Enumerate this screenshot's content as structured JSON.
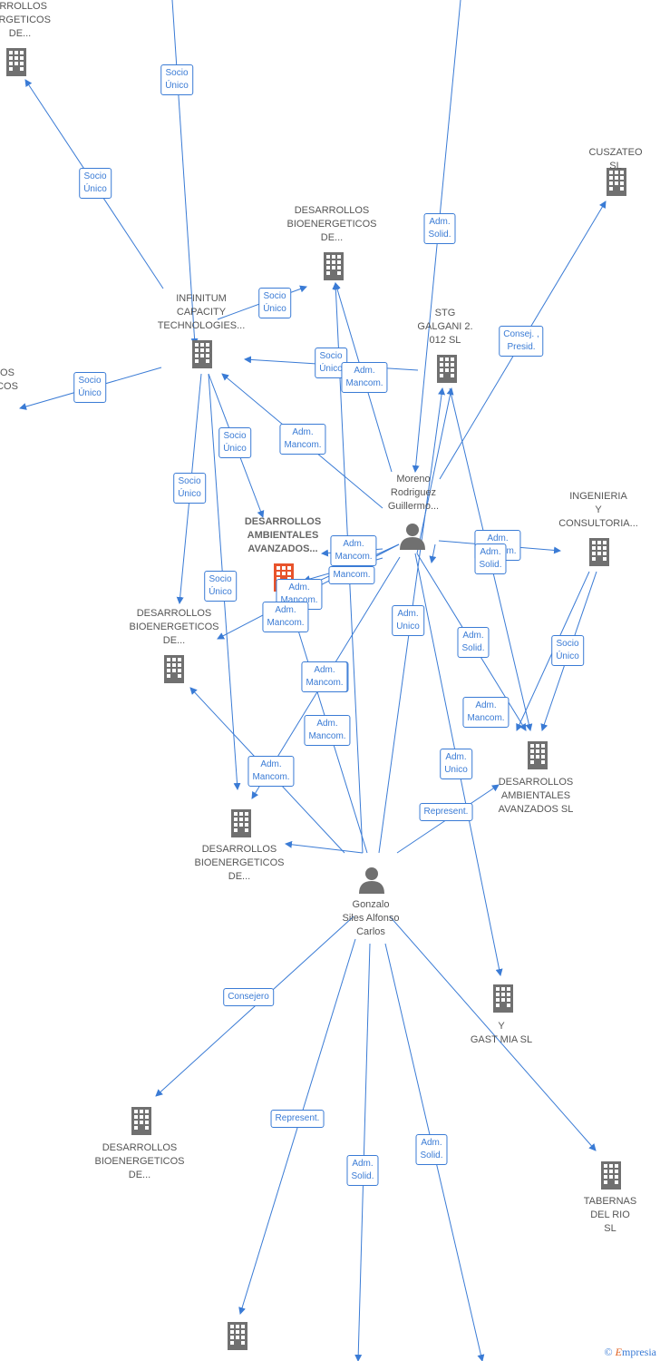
{
  "colors": {
    "edge": "#3a7bd5",
    "icon": "#707070",
    "focus": "#e8532b",
    "text": "#555555"
  },
  "nodes": {
    "n_top_left": {
      "label": "ARROLLOS\nIERGETICOS\nDE...",
      "icon": "building-icon"
    },
    "n_left_edge": {
      "label": "OS\nCOS",
      "icon": "building-icon"
    },
    "n_infinitum": {
      "label": "INFINITUM\nCAPACITY\nTECHNOLOGIES...",
      "icon": "building-icon"
    },
    "n_desbio_top": {
      "label": "DESARROLLOS\nBIOENERGETICOS\nDE...",
      "icon": "building-icon"
    },
    "n_stg": {
      "label": "STG\nGALGANI 2.\n012 SL",
      "icon": "building-icon"
    },
    "n_cuszateo": {
      "label": "CUSZATEO SL",
      "icon": "building-icon"
    },
    "n_moreno": {
      "label": "Moreno\nRodriguez\nGuillermo...",
      "icon": "person-icon"
    },
    "n_ingenieria": {
      "label": "INGENIERIA\nY\nCONSULTORIA...",
      "icon": "building-icon"
    },
    "n_desamb_focus": {
      "label": "DESARROLLOS\nAMBIENTALES\nAVANZADOS...",
      "icon": "building-icon"
    },
    "n_desbio_mid": {
      "label": "DESARROLLOS\nBIOENERGETICOS\nDE...",
      "icon": "building-icon"
    },
    "n_desamb_sl": {
      "label": "DESARROLLOS\nAMBIENTALES\nAVANZADOS SL",
      "icon": "building-icon"
    },
    "n_desbio_low": {
      "label": "DESARROLLOS\nBIOENERGETICOS\nDE...",
      "icon": "building-icon"
    },
    "n_gonzalo": {
      "label": "Gonzalo\nSiles Alfonso\nCarlos",
      "icon": "person-icon"
    },
    "n_gast": {
      "label": "Y\nGAST       MIA SL",
      "icon": "building-icon"
    },
    "n_desbio_bottom": {
      "label": "DESARROLLOS\nBIOENERGETICOS\nDE...",
      "icon": "building-icon"
    },
    "n_tabernas": {
      "label": "TABERNAS\nDEL RIO SL",
      "icon": "building-icon"
    },
    "n_bottom": {
      "label": "",
      "icon": "building-icon"
    }
  },
  "edge_labels": [
    "Socio\nÚnico",
    "Socio\nÚnico",
    "Adm.\nSolid.",
    "Socio\nÚnico",
    "Consej. ,\nPresid.",
    "Socio\nÚnico",
    "Socio\nÚnico",
    "Adm.\nMancom.",
    "Adm.\nMancom.",
    "Socio\nÚnico",
    "Socio\nÚnico",
    "Adm.\nMancom.",
    "Mancom.",
    "Adm.\nMancom.",
    "Adm.\nMancom.",
    "Socio\nÚnico",
    "Adm.\nMancom.",
    "Adm.\nMancom.",
    "Adm.\nUnico",
    "Adm.\nSolid.",
    "Socio\nÚnico",
    "Adm.\nMancom.",
    "Adm.\nMancom.",
    "Adm.\nMancom.",
    "Adm.\nUnico",
    "Represent.",
    "Adm.\nMancom.",
    "Adm.\nSolid.",
    "Consejero",
    "Represent.",
    "Adm.\nSolid.",
    "Adm.\nSolid."
  ],
  "brand": {
    "symbol": "©",
    "initial": "E",
    "name": "mpresia"
  }
}
